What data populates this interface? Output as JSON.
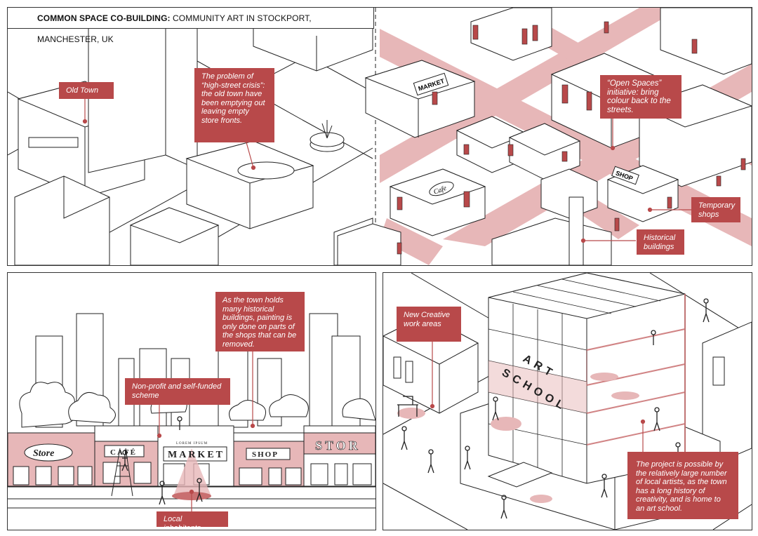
{
  "title": {
    "bold": "COMMON SPACE CO-BUILDING:",
    "rest": " COMMUNITY ART IN STOCKPORT, MANCHESTER, UK"
  },
  "callouts": {
    "old_town": "Old Town",
    "high_street": "The problem of “high-street crisis”: the old town have been emptying out leaving empty store fronts.",
    "open_spaces": "“Open Spaces” initiative: bring colour back to the streets.",
    "temporary_shops": "Temporary shops",
    "historical_buildings": "Historical buildings",
    "painting": "As the town holds many historical buildings, painting is only done on parts of the shops that can be removed.",
    "nonprofit": "Non-profit and self-funded scheme",
    "local_inhabitants": "Local inhabitants",
    "creative_areas": "New Creative work areas",
    "project": "The project is possible by the relatively large number of local artists, as the town has a long history of creativity, and is home to an art school."
  },
  "signs": {
    "market": "MARKET",
    "cafe": "Cafe",
    "shop": "SHOP",
    "store": "Store",
    "cafe_facade": "CAFÉ",
    "market_facade": "MARKET",
    "lorem": "LOREM IPSUM",
    "shop_facade": "SHOP",
    "stor": "STOR",
    "art_school_1": "ART",
    "art_school_2": "SCHOOL"
  },
  "colors": {
    "accent": "#b8494a",
    "pink_fill": "#e7b7b8",
    "line": "#222222"
  }
}
